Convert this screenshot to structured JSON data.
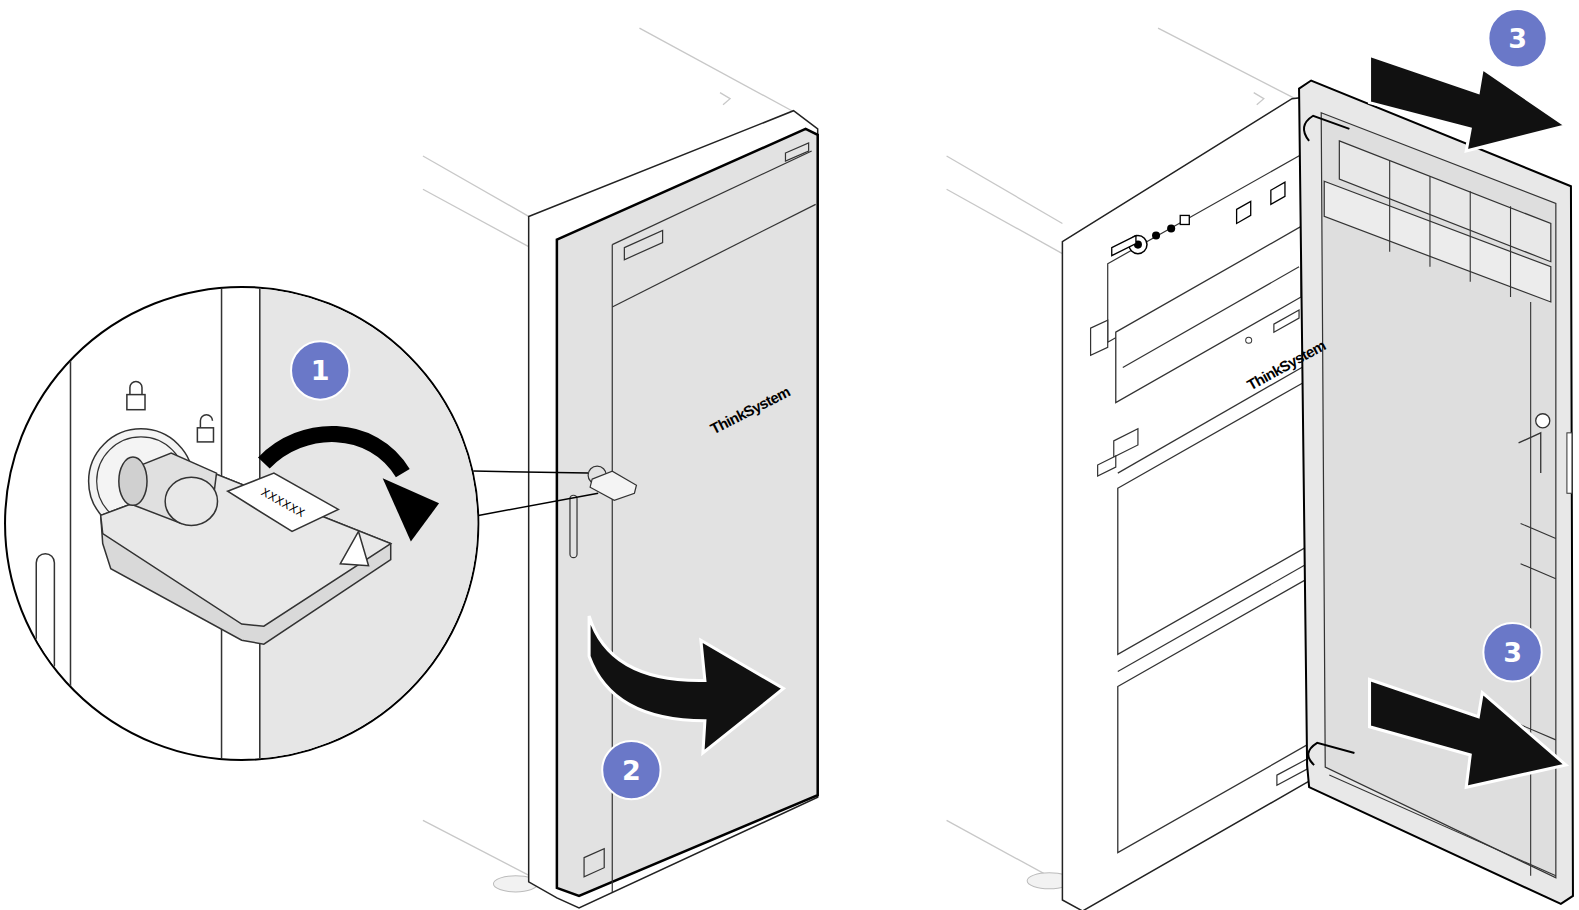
{
  "diagram": {
    "labels": [
      "1",
      "2",
      "3",
      "3",
      "ThinkSystem",
      "ThinkSystem",
      "XXXXXX"
    ]
  }
}
